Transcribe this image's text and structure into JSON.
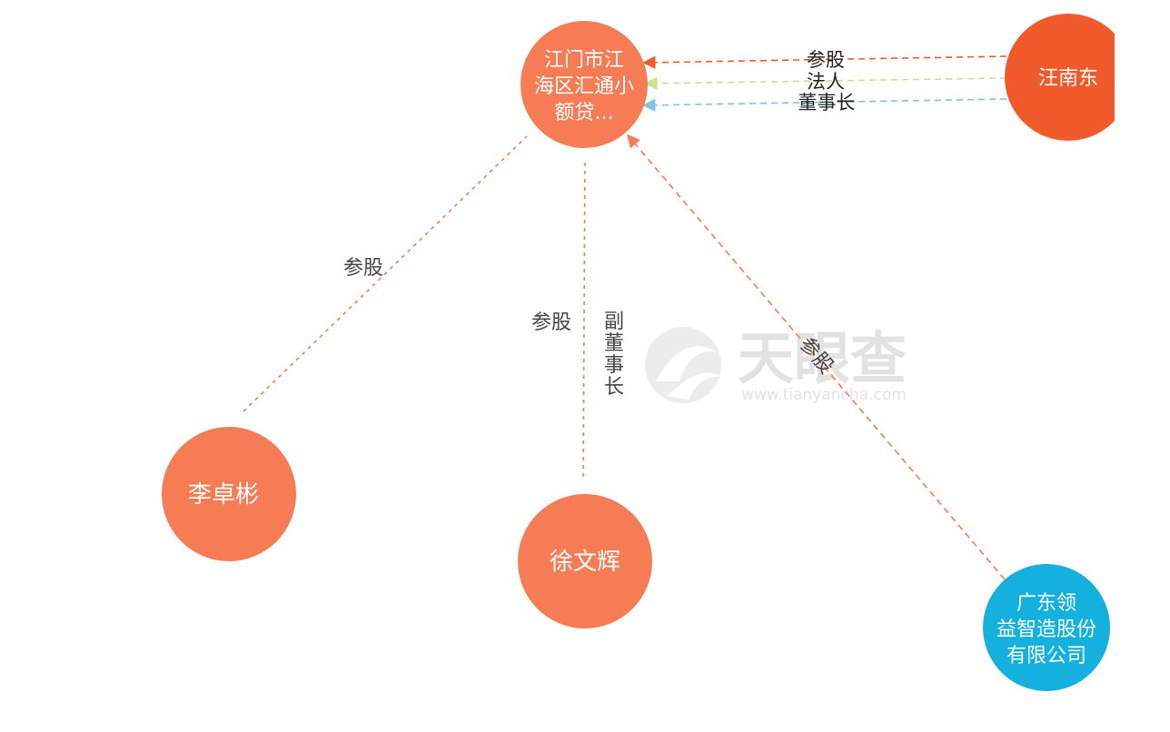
{
  "nodes": {
    "company": {
      "lines": [
        "江门市江",
        "海区汇通小",
        "额贷..."
      ],
      "color": "#f57c54"
    },
    "wang": {
      "label": "汪南东",
      "color": "#f15a2b"
    },
    "li": {
      "label": "李卓彬",
      "color": "#f57c54"
    },
    "xu": {
      "label": "徐文辉",
      "color": "#f57c54"
    },
    "guangdong": {
      "lines": [
        "广东领",
        "益智造股份",
        "有限公司"
      ],
      "color": "#14b0de"
    }
  },
  "edges": {
    "wang_share": {
      "label": "参股",
      "color": "#f15a2b"
    },
    "wang_legal": {
      "label": "法人",
      "color": "#c8e29a"
    },
    "wang_chair": {
      "label": "董事长",
      "color": "#7fc3e3"
    },
    "li_share": {
      "label": "参股",
      "color": "#f57c54"
    },
    "xu_share": {
      "label": "参股",
      "color": "#f57c54"
    },
    "xu_vice": {
      "label_chars": [
        "副",
        "董",
        "事",
        "长"
      ]
    },
    "gd_share": {
      "label": "参股",
      "color": "#f57c54"
    }
  },
  "watermark": {
    "logo_text": "天眼查",
    "url": "www.tianyancha.com"
  }
}
